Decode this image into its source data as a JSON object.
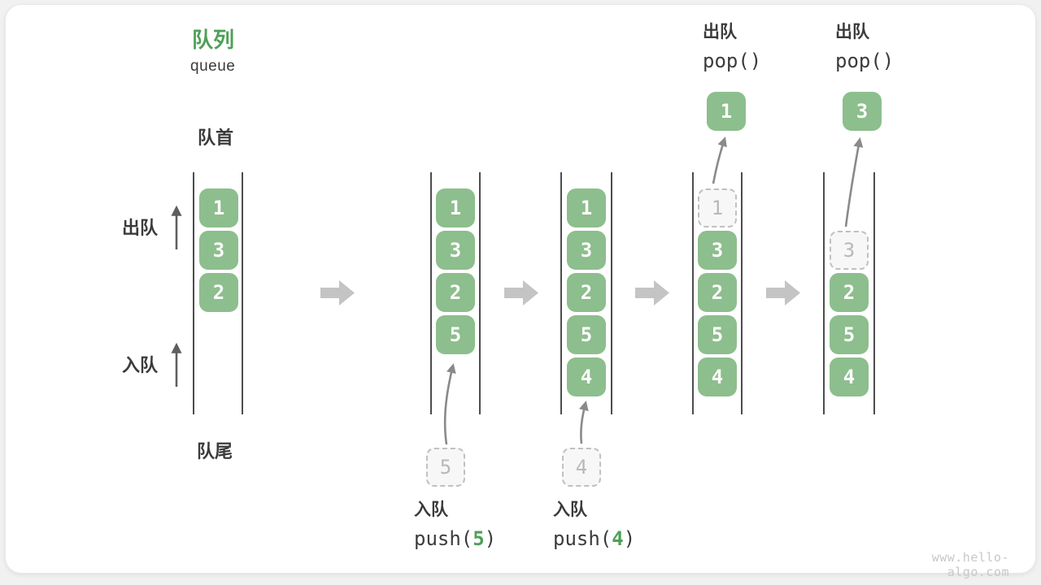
{
  "title": {
    "zh": "队列",
    "en": "queue"
  },
  "labels": {
    "front": "队首",
    "rear": "队尾",
    "dequeue": "出队",
    "enqueue": "入队"
  },
  "queues": [
    {
      "slots": [
        {
          "v": "1"
        },
        {
          "v": "3"
        },
        {
          "v": "2"
        }
      ]
    },
    {
      "slots": [
        {
          "v": "1"
        },
        {
          "v": "3"
        },
        {
          "v": "2"
        },
        {
          "v": "5"
        }
      ]
    },
    {
      "slots": [
        {
          "v": "1"
        },
        {
          "v": "3"
        },
        {
          "v": "2"
        },
        {
          "v": "5"
        },
        {
          "v": "4"
        }
      ]
    },
    {
      "slots": [
        {
          "v": "1"
        },
        {
          "v": "3"
        },
        {
          "v": "2"
        },
        {
          "v": "5"
        },
        {
          "v": "4"
        }
      ],
      "dashed_slot": 0
    },
    {
      "slots": [
        {
          "v": "3"
        },
        {
          "v": "2"
        },
        {
          "v": "5"
        },
        {
          "v": "4"
        }
      ],
      "dashed_slot": 0
    }
  ],
  "operations": {
    "push5": {
      "label": "入队",
      "fn_open": "push(",
      "arg": "5",
      "fn_close": ")",
      "input_value": "5"
    },
    "push4": {
      "label": "入队",
      "fn_open": "push(",
      "arg": "4",
      "fn_close": ")",
      "input_value": "4"
    },
    "pop1": {
      "label": "出队",
      "code": "pop()",
      "popped_value": "1"
    },
    "pop2": {
      "label": "出队",
      "code": "pop()",
      "popped_value": "3"
    }
  },
  "watermark": "www.hello-algo.com",
  "colors": {
    "box_green": "#8dbe8d",
    "title_green": "#4fa058",
    "arg_green": "#4fa058",
    "wall": "#4d4d4d",
    "text": "#3b3b3b",
    "block_arrow": "#c4c4c4",
    "curve_arrow": "#8a8a8a",
    "side_arrow": "#5f5f5f",
    "dashed_border": "#c0c0c0",
    "dashed_text": "#b8b8b8",
    "watermark_gray": "#c8c8c8"
  }
}
